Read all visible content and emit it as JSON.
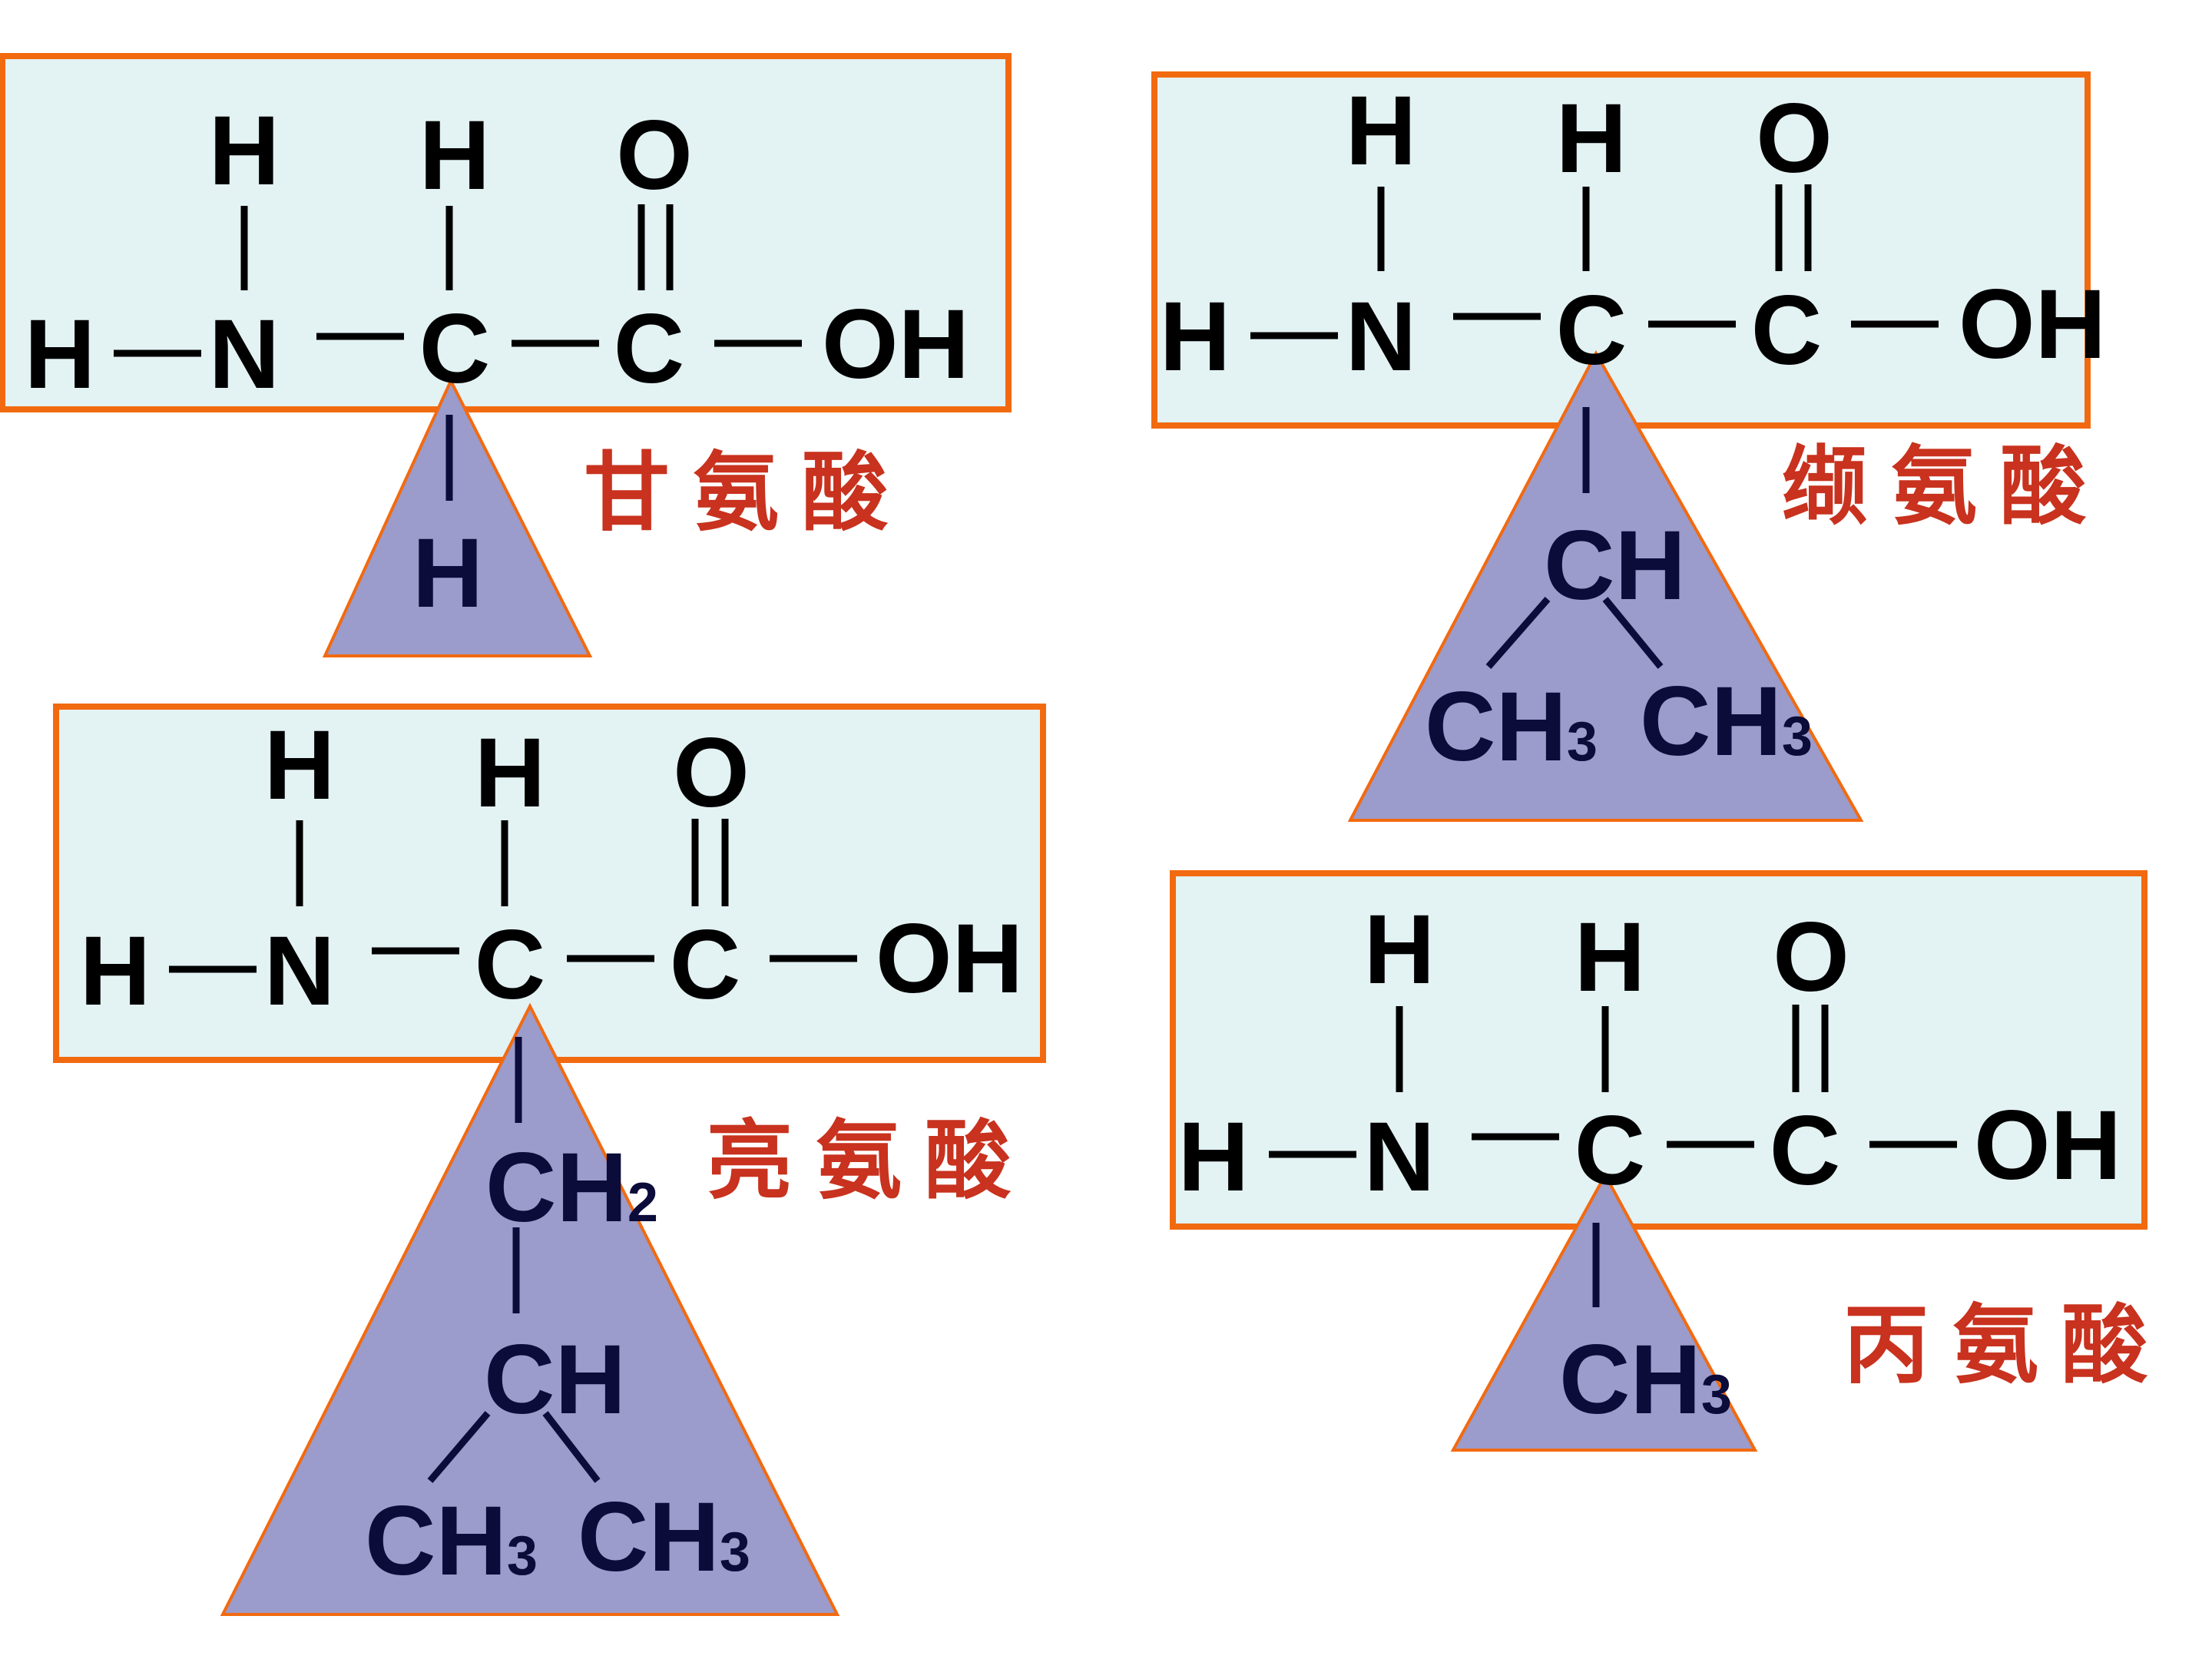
{
  "colors": {
    "box_fill": "#e3f2f3",
    "box_border": "#f26a10",
    "triangle_fill": "#9b9bcc",
    "triangle_border": "#f26a10",
    "name_color": "#c8321e",
    "atom_color": "#000000",
    "side_chain_color": "#0c0c3a"
  },
  "backbone": {
    "top_h_n": "H",
    "top_h_c": "H",
    "top_o": "O",
    "left_h": "H",
    "n": "N",
    "c_alpha": "C",
    "c_carboxyl": "C",
    "oh": "OH"
  },
  "amino_acids": [
    {
      "id": "glycine",
      "name": "甘氨酸",
      "side_chain": {
        "atoms": [
          "H"
        ]
      }
    },
    {
      "id": "valine",
      "name": "缬氨酸",
      "side_chain": {
        "atoms": [
          "CH",
          "CH",
          "CH"
        ],
        "subscripts": [
          "",
          "3",
          "3"
        ]
      }
    },
    {
      "id": "leucine",
      "name": "亮氨酸",
      "side_chain": {
        "atoms": [
          "CH",
          "CH",
          "CH",
          "CH"
        ],
        "subscripts": [
          "2",
          "",
          "3",
          "3"
        ]
      }
    },
    {
      "id": "alanine",
      "name": "丙氨酸",
      "side_chain": {
        "atoms": [
          "CH"
        ],
        "subscripts": [
          "3"
        ]
      }
    }
  ]
}
